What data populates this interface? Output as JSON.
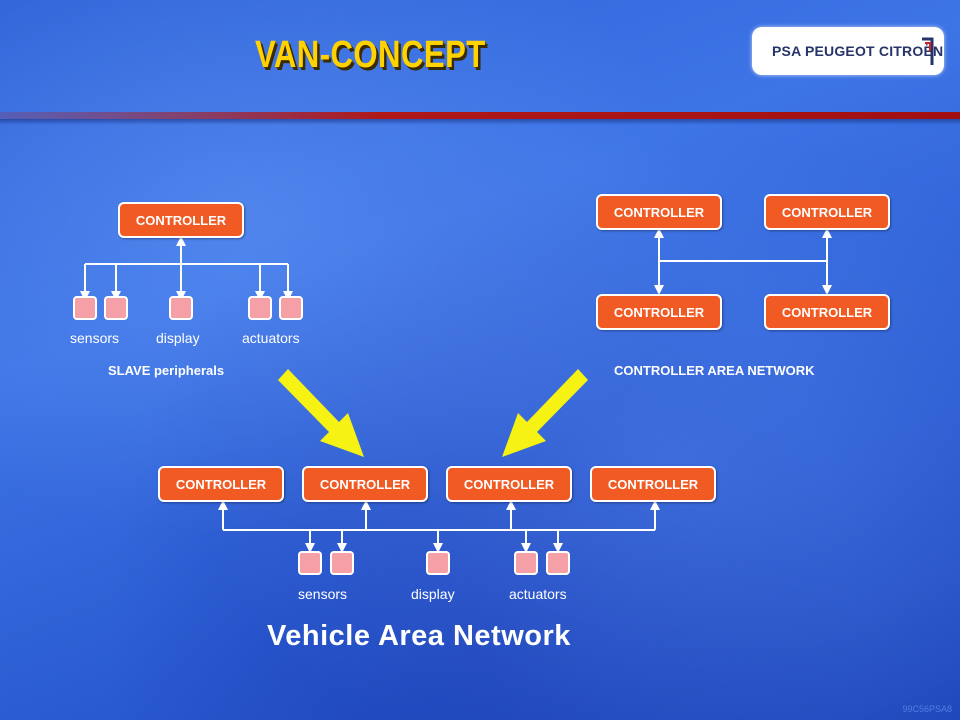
{
  "title": "VAN-CONCEPT",
  "logo": {
    "text": "PSA PEUGEOT CITROËN"
  },
  "controller_label": "CONTROLLER",
  "slave": {
    "labels": {
      "sensors": "sensors",
      "display": "display",
      "actuators": "actuators"
    },
    "caption": "SLAVE  peripherals"
  },
  "can": {
    "caption": "CONTROLLER  AREA  NETWORK"
  },
  "van": {
    "labels": {
      "sensors": "sensors",
      "display": "display",
      "actuators": "actuators"
    },
    "caption": "Vehicle  Area  Network"
  },
  "footer": "99C56PSA8",
  "colors": {
    "controller_fill": "#f15a22",
    "peripheral_fill": "#f4a0a6",
    "title": "#ffd200",
    "arrow": "#f5f214",
    "accent_bar": "#b01818"
  }
}
